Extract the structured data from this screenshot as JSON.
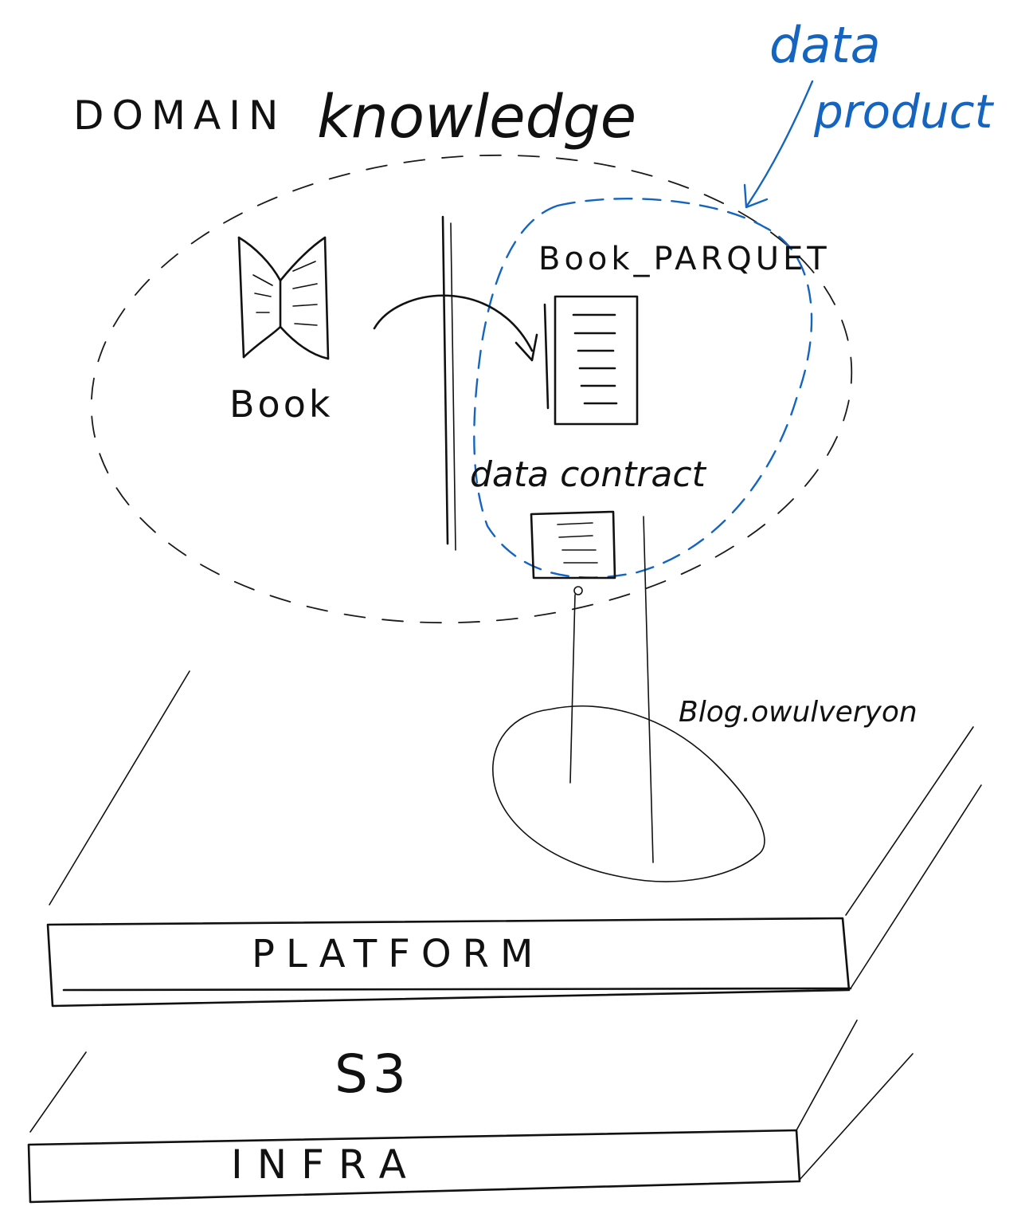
{
  "labels": {
    "domain": "DOMAIN",
    "knowledge": "knowledge",
    "data_product": "data product",
    "book_parquet": "Book_PARQUET",
    "book": "Book",
    "data_contract": "data contract",
    "blog": "Blog.owulveryon",
    "platform": "PLATFORM",
    "s3": "S3",
    "infra": "INFRA"
  },
  "colors": {
    "ink": "#111111",
    "accent": "#1565c0"
  }
}
